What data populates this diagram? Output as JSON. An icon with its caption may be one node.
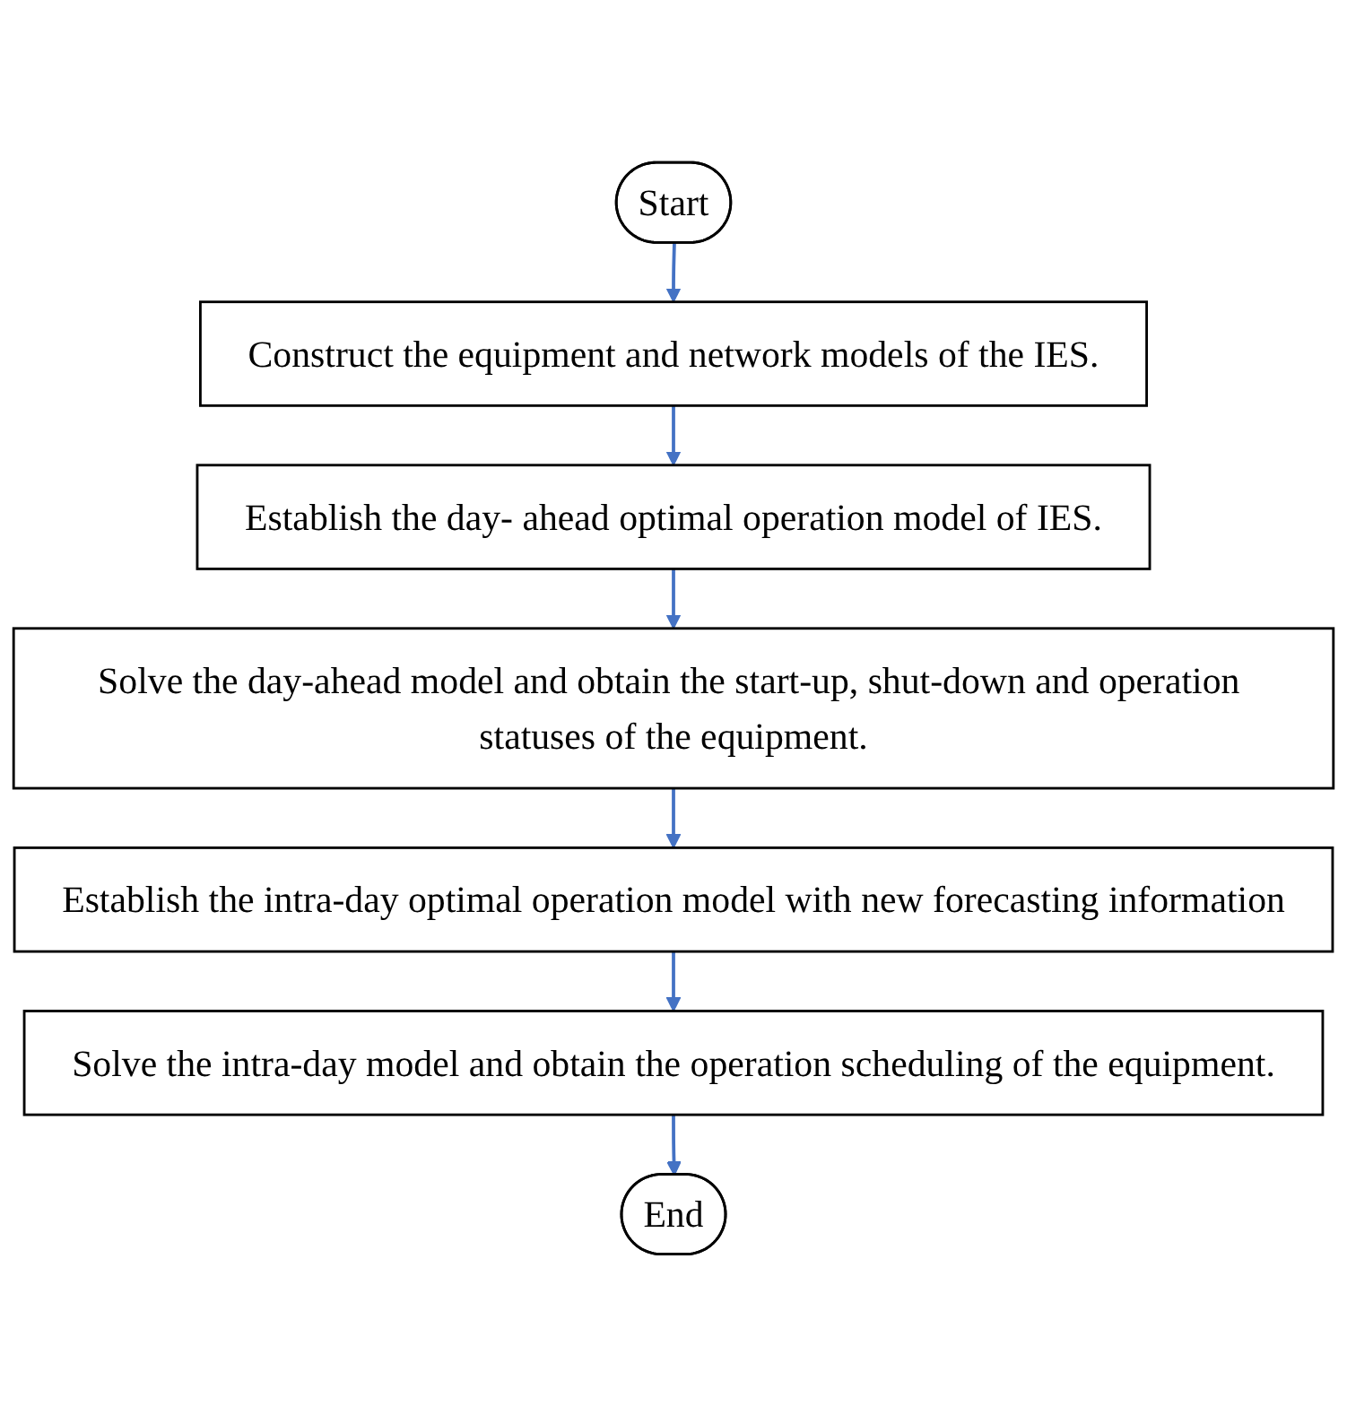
{
  "diagram": {
    "nodes": [
      {
        "text": [
          "Start"
        ]
      },
      {
        "text": [
          "Construct the equipment and network models of the IES."
        ]
      },
      {
        "text": [
          "Establish the day- ahead optimal operation model of IES."
        ]
      },
      {
        "text": [
          "Solve the day-ahead model and obtain the start-up, shut-down and operation statuses of the equipment."
        ]
      },
      {
        "text": [
          "Establish the intra-day optimal operation model with new forecasting information"
        ]
      },
      {
        "text": [
          "Solve the intra-day model and obtain the operation scheduling of the equipment."
        ]
      },
      {
        "text": [
          "End"
        ]
      }
    ],
    "edges": [
      {
        "from": 0,
        "to": 1,
        "arrow": "to"
      },
      {
        "from": 1,
        "to": 2,
        "arrow": "to"
      },
      {
        "from": 2,
        "to": 3,
        "arrow": "to"
      },
      {
        "from": 3,
        "to": 4,
        "arrow": "to"
      },
      {
        "from": 4,
        "to": 5,
        "arrow": "to"
      },
      {
        "from": 5,
        "to": 6,
        "arrow": "to"
      }
    ]
  }
}
